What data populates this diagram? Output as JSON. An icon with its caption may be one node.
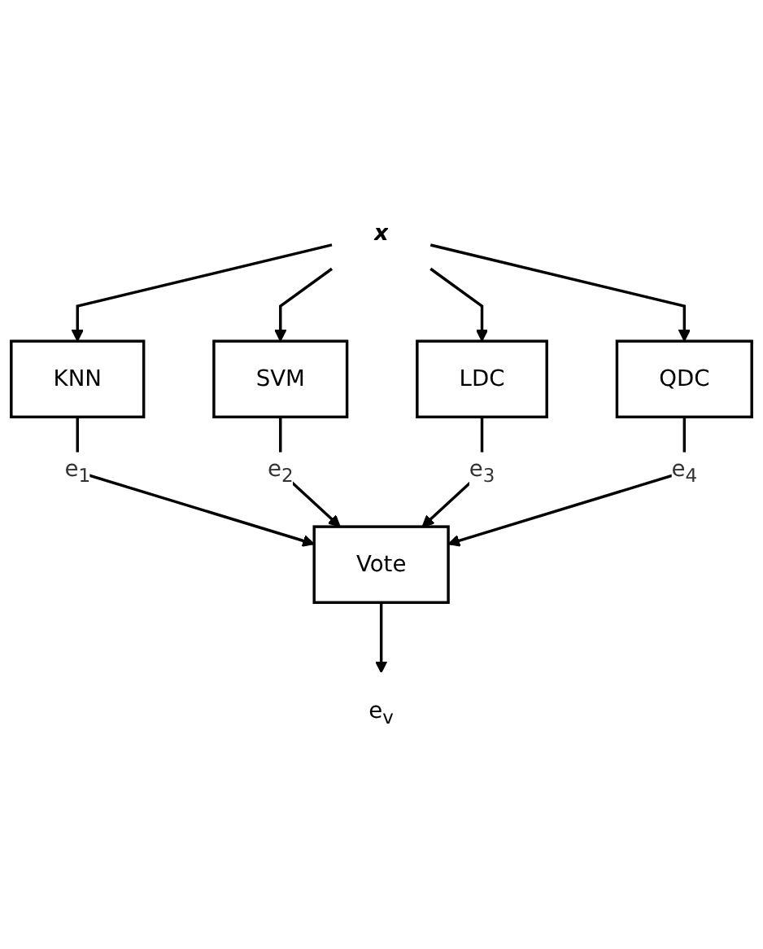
{
  "diagram": {
    "nodes": [
      {
        "text": [
          "x"
        ]
      },
      {
        "text": [
          "KNN"
        ]
      },
      {
        "text": [
          "SVM"
        ]
      },
      {
        "text": [
          "LDC"
        ]
      },
      {
        "text": [
          "QDC"
        ]
      },
      {
        "text": [
          "Vote"
        ]
      },
      {
        "text": [
          "e$_{v}$"
        ]
      }
    ],
    "edges": [
      {
        "from": 0,
        "to": 1,
        "arrow": "to"
      },
      {
        "from": 0,
        "to": 2,
        "arrow": "to"
      },
      {
        "from": 0,
        "to": 3,
        "arrow": "to"
      },
      {
        "from": 0,
        "to": 4,
        "arrow": "to"
      },
      {
        "from": 1,
        "to": 5,
        "arrow": "to",
        "label": "e$_{1}$"
      },
      {
        "from": 2,
        "to": 5,
        "arrow": "to",
        "label": "e$_{2}$"
      },
      {
        "from": 3,
        "to": 5,
        "arrow": "to",
        "label": "e$_{3}$"
      },
      {
        "from": 4,
        "to": 5,
        "arrow": "to",
        "label": "e$_{4}$"
      },
      {
        "from": 5,
        "to": 6,
        "arrow": "to"
      }
    ]
  }
}
